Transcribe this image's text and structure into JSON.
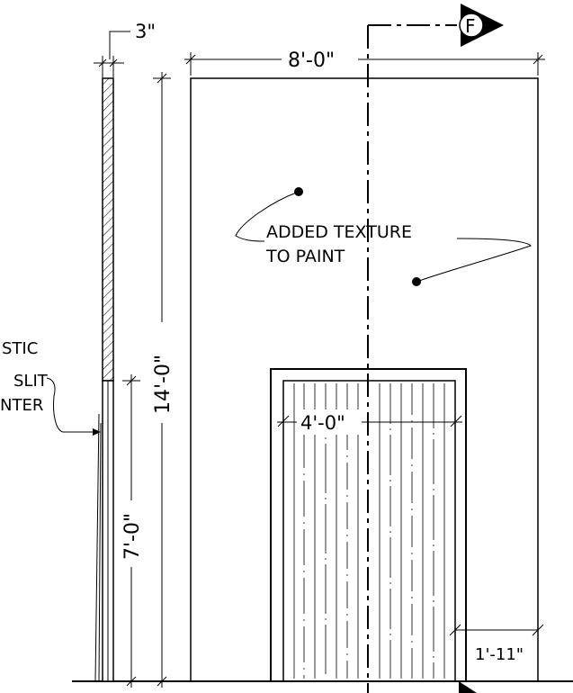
{
  "dimensions": {
    "wall_thickness": "3\"",
    "wall_width": "8'-0\"",
    "wall_height": "14'-0\"",
    "door_height": "7'-0\"",
    "door_width": "4'-0\"",
    "door_offset": "1'-11\""
  },
  "notes": {
    "texture_line1": "ADDED TEXTURE",
    "texture_line2": "TO PAINT",
    "left_note_line1": "STIC",
    "left_note_line2": "SLIT",
    "left_note_line3": "NTER"
  },
  "section_marker": {
    "label": "F"
  }
}
